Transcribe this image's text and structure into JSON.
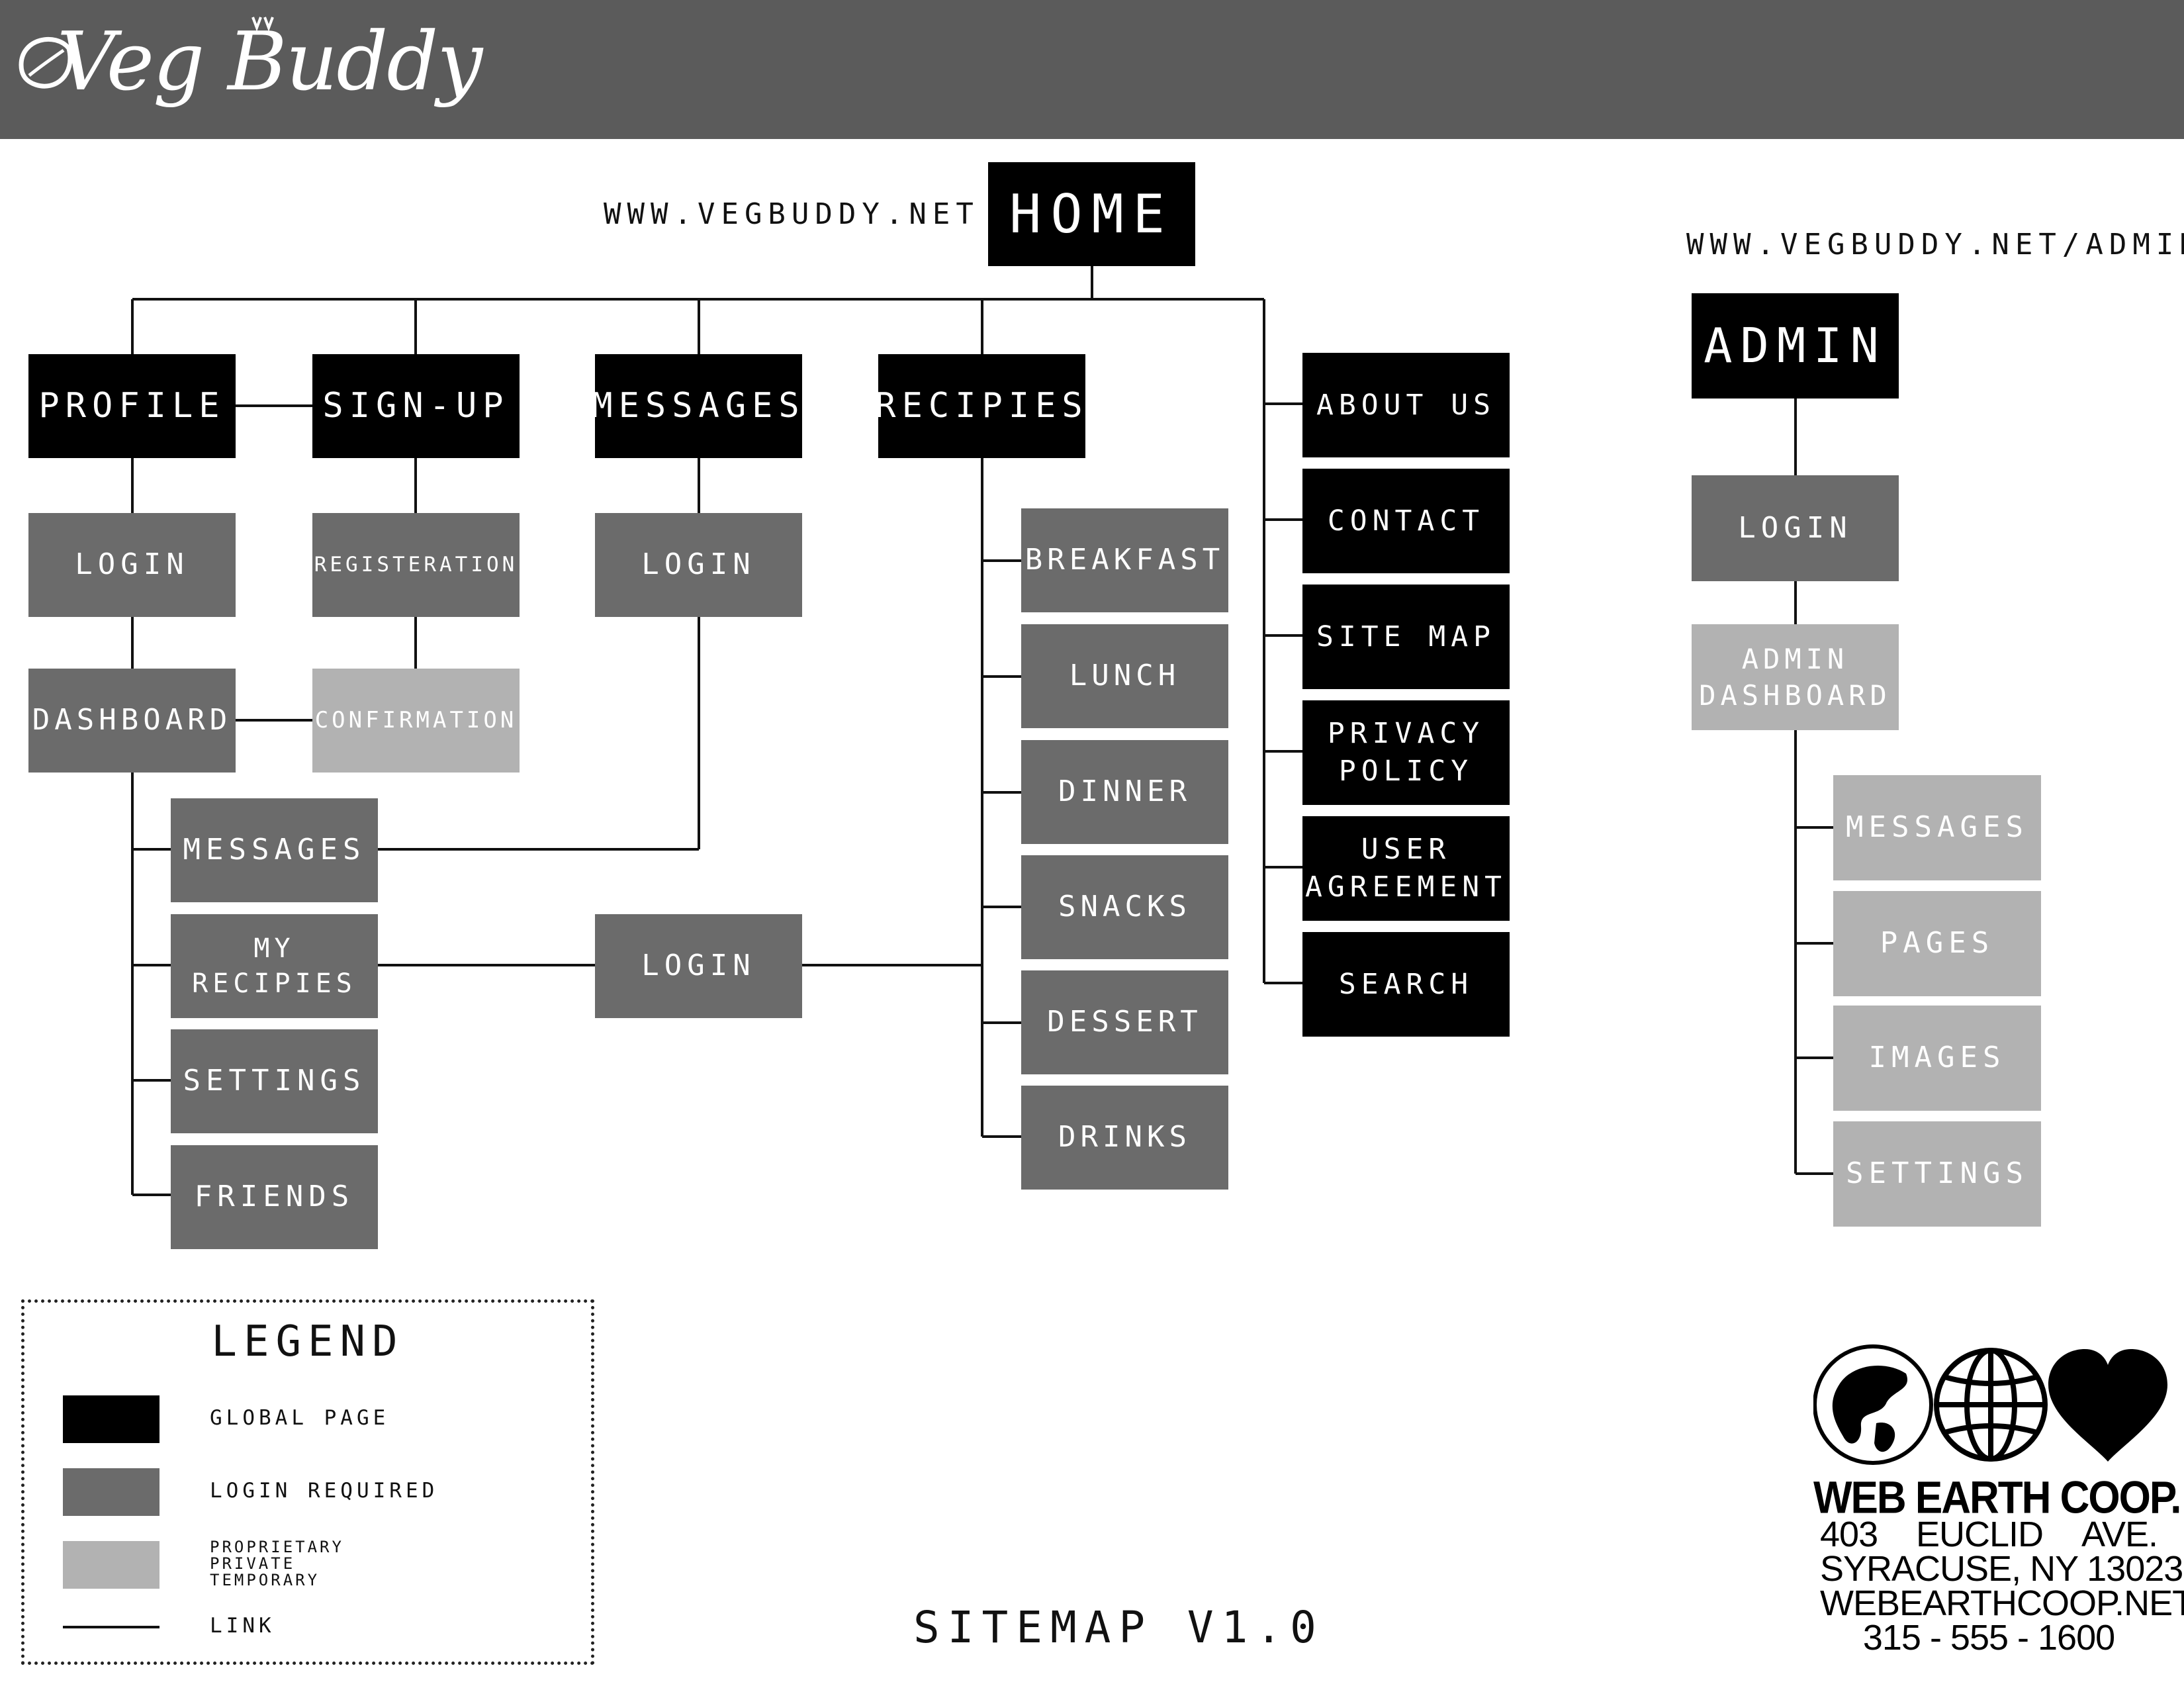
{
  "header": {
    "brand": "Veg Buddy"
  },
  "public_url": "WWW.VEGBUDDY.NET",
  "admin_url": "WWW.VEGBUDDY.NET/ADMIN",
  "colors": {
    "global_page": "#000000",
    "login_required": "#6b6b6b",
    "proprietary": "#b2b2b2",
    "header_bar": "#5b5b5b",
    "link": "#111111"
  },
  "nodes": {
    "home": "HOME",
    "profile": "PROFILE",
    "signup": "SIGN-UP",
    "messages_main": "MESSAGES",
    "recipies": "RECIPIES",
    "profile_login": "LOGIN",
    "registeration": "REGISTERATION",
    "messages_login": "LOGIN",
    "dashboard": "DASHBOARD",
    "confirmation": "CONFIRMATION",
    "dash_messages": "MESSAGES",
    "dash_my_recipies": "MY RECIPIES",
    "dash_settings": "SETTINGS",
    "dash_friends": "FRIENDS",
    "recipies_login": "LOGIN",
    "breakfast": "BREAKFAST",
    "lunch": "LUNCH",
    "dinner": "DINNER",
    "snacks": "SNACKS",
    "dessert": "DESSERT",
    "drinks": "DRINKS",
    "about_us": "ABOUT US",
    "contact": "CONTACT",
    "site_map": "SITE MAP",
    "privacy_policy": "PRIVACY\nPOLICY",
    "user_agreement": "USER\nAGREEMENT",
    "search": "SEARCH",
    "admin": "ADMIN",
    "admin_login": "LOGIN",
    "admin_dashboard": "ADMIN\nDASHBOARD",
    "admin_messages": "MESSAGES",
    "admin_pages": "PAGES",
    "admin_images": "IMAGES",
    "admin_settings": "SETTINGS"
  },
  "legend": {
    "title": "LEGEND",
    "global_page": "GLOBAL PAGE",
    "login_required": "LOGIN REQUIRED",
    "proprietary": "PROPRIETARY\nPRIVATE\nTEMPORARY",
    "link": "LINK"
  },
  "footer": {
    "title": "SITEMAP V1.0"
  },
  "company": {
    "name": "WEB EARTH COOP.",
    "address_number": "403",
    "address_street": "EUCLID",
    "address_suffix": "AVE.",
    "city": "SYRACUSE, NY 13023",
    "website": "WEBEARTHCOOP.NET",
    "phone": "315 - 555 - 1600",
    "icons": [
      "earth-globe-icon",
      "wireframe-globe-icon",
      "heart-icon"
    ]
  }
}
